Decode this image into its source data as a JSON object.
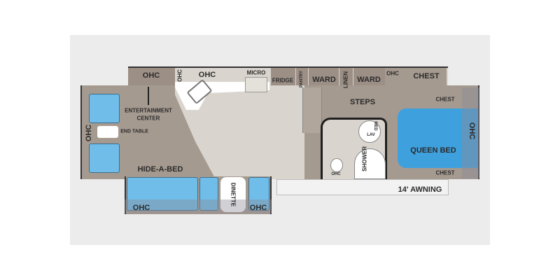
{
  "labels": {
    "ohc": "OHC",
    "entertainment_center": "ENTERTAINMENT",
    "entertainment_center_2": "CENTER",
    "end_table": "END TABLE",
    "micro": "MICRO",
    "fridge": "FRIDGE",
    "pantry": "PANTRY",
    "ward": "WARD",
    "linen": "LINEN",
    "chest": "CHEST",
    "steps": "STEPS",
    "queen_bed": "QUEEN BED",
    "hide_a_bed": "HIDE-A-BED",
    "dinette": "DINETTE",
    "shower": "SHOWER",
    "lav": "LAV",
    "med": "MED",
    "awning": "14' AWNING"
  },
  "colors": {
    "panel": "#ececed",
    "living_floor": "#a59a90",
    "kitchen_floor": "#d9d5ce",
    "cabinet": "#9c8f86",
    "bed": "#3fa0de",
    "furniture": "#6fbde8"
  }
}
